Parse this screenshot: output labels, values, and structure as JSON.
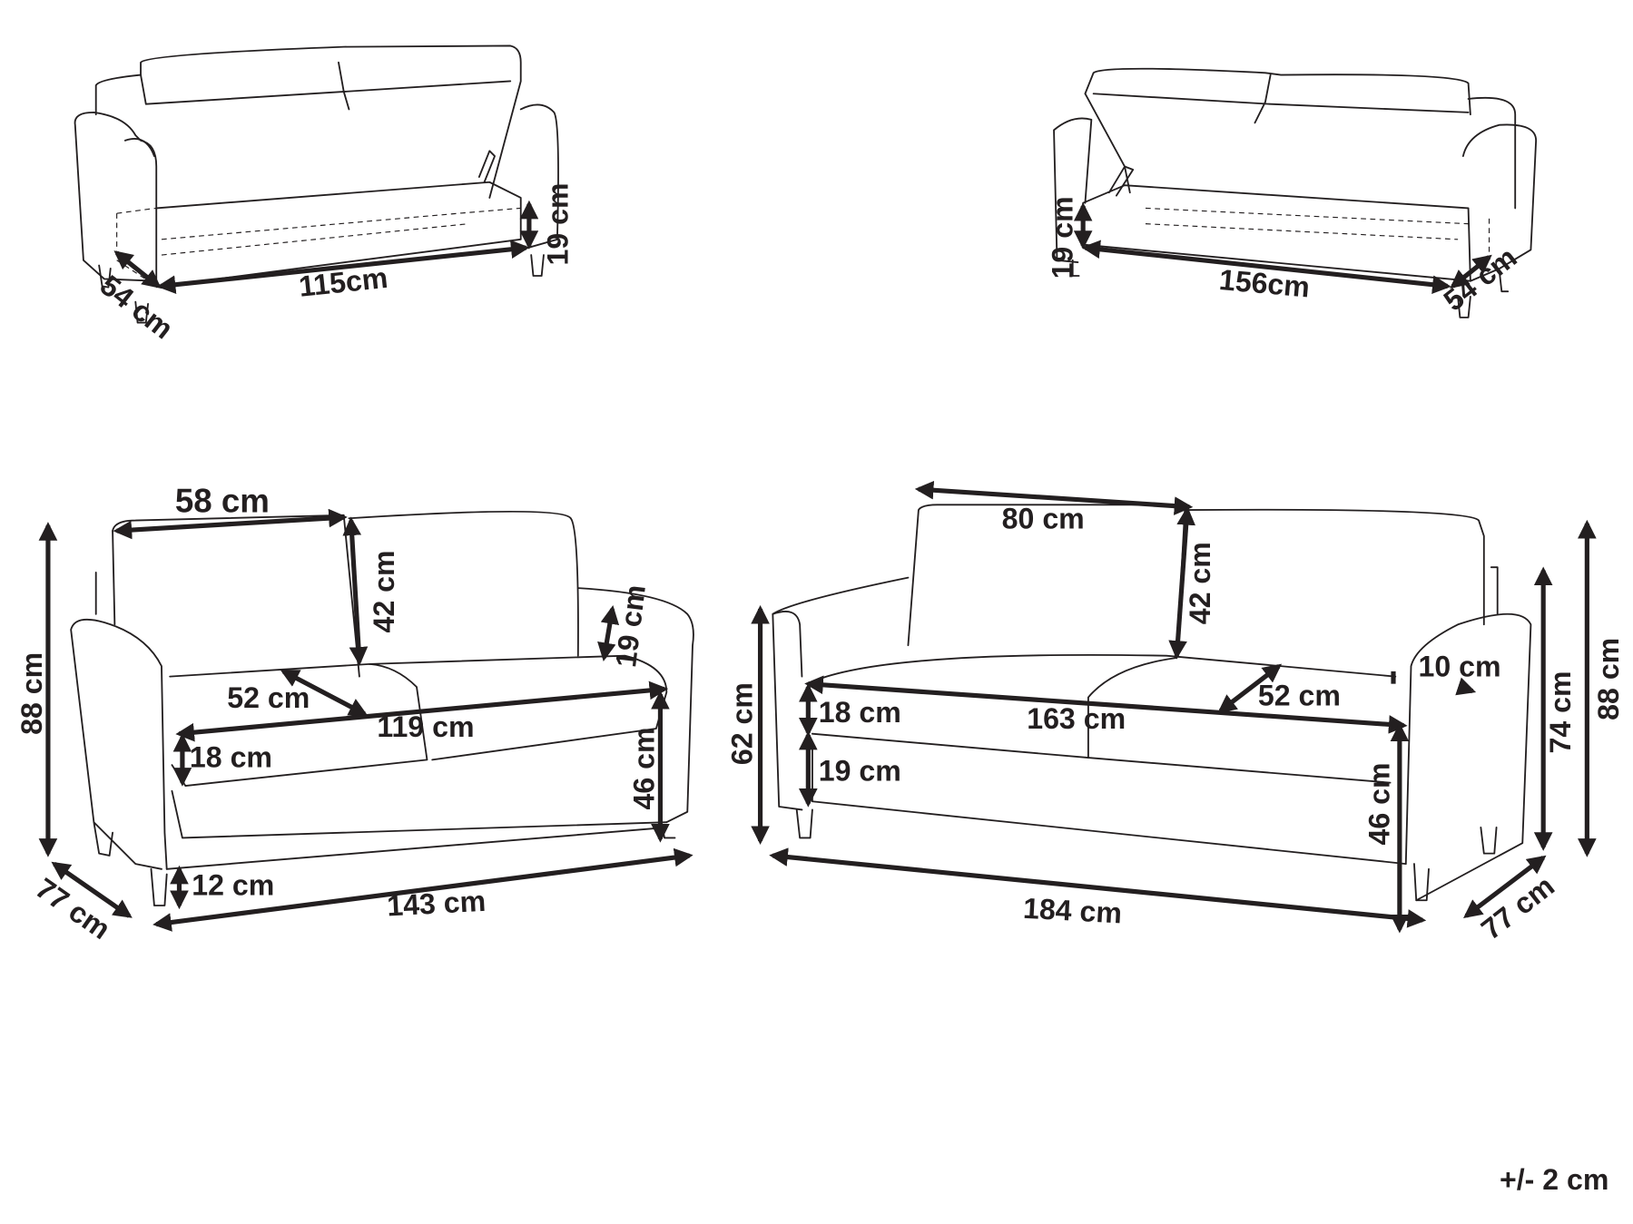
{
  "top_left_storage": {
    "length": "115cm",
    "depth": "54 cm",
    "height": "19 cm"
  },
  "top_right_storage": {
    "length": "156cm",
    "depth": "54 cm",
    "height": "19 cm"
  },
  "two_seater": {
    "backrest_width": "58 cm",
    "backrest_height": "42 cm",
    "armrest_height": "19 cm",
    "seat_depth": "52 cm",
    "seat_width": "119 cm",
    "cushion_height": "18 cm",
    "seat_height": "46 cm",
    "leg_height": "12 cm",
    "total_width": "143 cm",
    "total_height": "88 cm",
    "total_depth": "77 cm"
  },
  "three_seater": {
    "backrest_width": "80 cm",
    "backrest_height": "42 cm",
    "armrest_width": "10 cm",
    "seat_depth": "52 cm",
    "seat_width": "163 cm",
    "cushion_height": "18 cm",
    "base_height": "19 cm",
    "arm_height": "62 cm",
    "seat_height": "46 cm",
    "total_width": "184 cm",
    "arm_total_height": "74 cm",
    "total_height": "88 cm",
    "total_depth": "77 cm"
  },
  "tolerance": "+/- 2 cm"
}
